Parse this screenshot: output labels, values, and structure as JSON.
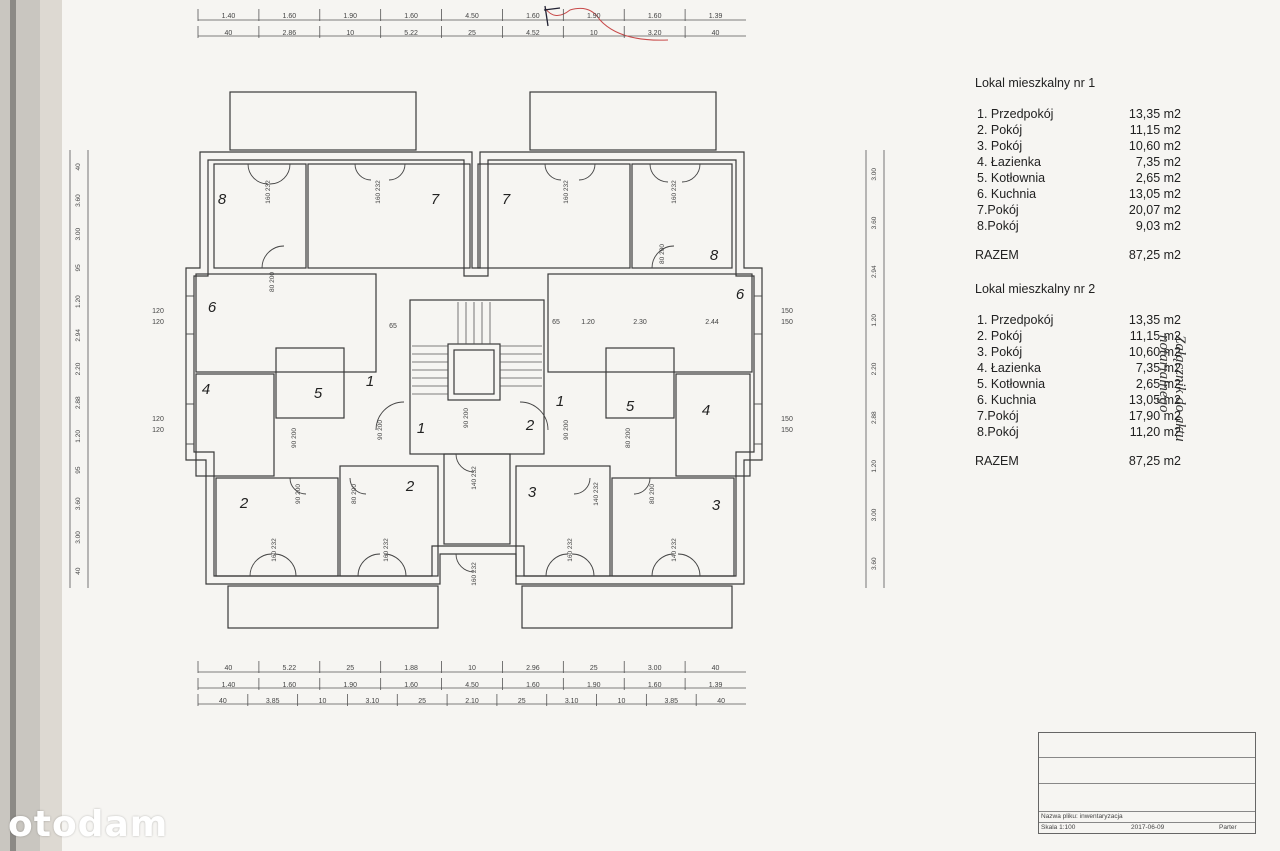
{
  "unit1": {
    "title": "Lokal mieszkalny nr 1",
    "rooms": [
      {
        "label": "1. Przedpokój",
        "area": "13,35 m2"
      },
      {
        "label": "2. Pokój",
        "area": "11,15 m2"
      },
      {
        "label": "3. Pokój",
        "area": "10,60 m2"
      },
      {
        "label": "4. Łazienka",
        "area": "7,35 m2"
      },
      {
        "label": "5. Kotłownia",
        "area": "2,65 m2"
      },
      {
        "label": "6. Kuchnia",
        "area": "13,05 m2"
      },
      {
        "label": "7.Pokój",
        "area": "20,07 m2"
      },
      {
        "label": "8.Pokój",
        "area": "9,03 m2"
      }
    ],
    "total_label": "RAZEM",
    "total_area": "87,25 m2"
  },
  "unit2": {
    "title": "Lokal mieszkalny nr 2",
    "rooms": [
      {
        "label": "1. Przedpokój",
        "area": "13,35 m2"
      },
      {
        "label": "2. Pokój",
        "area": "11,15 m2"
      },
      {
        "label": "3. Pokój",
        "area": "10,60 m2"
      },
      {
        "label": "4. Łazienka",
        "area": "7,35 m2"
      },
      {
        "label": "5. Kotłownia",
        "area": "2,65 m2"
      },
      {
        "label": "6. Kuchnia",
        "area": "13,05 m2"
      },
      {
        "label": "7.Pokój",
        "area": "17,90 m2"
      },
      {
        "label": "8.Pokój",
        "area": "11,20 m2"
      }
    ],
    "total_label": "RAZEM",
    "total_area": "87,25 m2"
  },
  "annotation": "Załącznik do aktu notarialnego",
  "watermark": "otodam",
  "room_numbers": [
    "8",
    "7",
    "7",
    "8",
    "6",
    "6",
    "1",
    "1",
    "5",
    "5",
    "4",
    "4",
    "1",
    "2",
    "2",
    "3",
    "2",
    "3"
  ],
  "dims": {
    "top1": [
      "1.40",
      "1.60",
      "1.90",
      "1.60",
      "4.50",
      "1.60",
      "1.90",
      "1.60",
      "1.39"
    ],
    "top2": [
      "40",
      "2.86",
      "10",
      "5.22",
      "25",
      "4.52",
      "10",
      "3.20",
      "40"
    ],
    "bot1": [
      "40",
      "5.22",
      "25",
      "1.88",
      "10",
      "2.96",
      "25",
      "3.00",
      "40"
    ],
    "bot2": [
      "1.40",
      "1.60",
      "1.90",
      "1.60",
      "4.50",
      "1.60",
      "1.90",
      "1.60",
      "1.39"
    ],
    "bot3": [
      "40",
      "3.85",
      "10",
      "3.10",
      "25",
      "2.10",
      "25",
      "3.10",
      "10",
      "3.85",
      "40"
    ],
    "left_v": [
      "40",
      "3.60",
      "3.00",
      "95",
      "1.20",
      "2.94",
      "2.20",
      "2.88",
      "1.20",
      "95",
      "3.60",
      "3.00",
      "40"
    ],
    "right_v": [
      "3.00",
      "3.60",
      "2.94",
      "1.20",
      "2.20",
      "2.88",
      "1.20",
      "3.00",
      "3.60"
    ]
  },
  "interior_dims": [
    "65",
    "1.20",
    "2.30",
    "2.44",
    "65",
    "120",
    "150",
    "120",
    "150",
    "120",
    "150",
    "120",
    "150"
  ],
  "doors": [
    "160 232",
    "160 232",
    "160 232",
    "160 232",
    "90 200",
    "90 200",
    "90 200",
    "90 200",
    "80 200",
    "80 200",
    "80 200",
    "80 200",
    "80 200",
    "90 200",
    "140 232",
    "140 232",
    "160 232",
    "160 232",
    "160 232",
    "160 232",
    "140 232"
  ],
  "stamp": {
    "name_label": "Nazwa pliku: inwentaryzacja",
    "scale": "Skala 1:100",
    "date": "2017-06-09",
    "floor": "Parter"
  },
  "colors": {
    "ink": "#3a3a3a",
    "paper": "#f6f5f2",
    "red": "#c84a4a"
  }
}
